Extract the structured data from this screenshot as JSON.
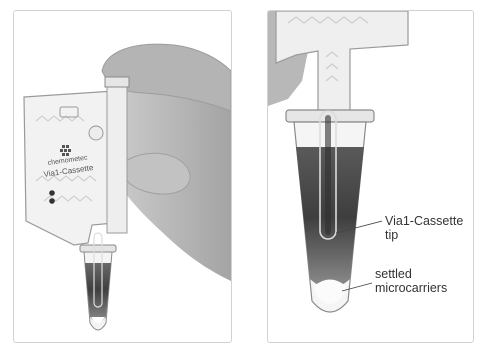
{
  "left_panel": {
    "brand_text": "chemometec",
    "cassette_text": "Via1-Cassette"
  },
  "right_panel": {
    "label_tip": "Via1-Cassette\ntip",
    "label_settled": "settled\nmicrocarriers"
  },
  "colors": {
    "cassette_body": "#f2f2f2",
    "cassette_outline": "#9a9a9a",
    "pattern_line": "#cfcfcf",
    "hand_fill": "#b9b9b9",
    "liquid_dark": "#4a4a4a",
    "sediment": "#ffffff",
    "callout_line": "#444444"
  }
}
